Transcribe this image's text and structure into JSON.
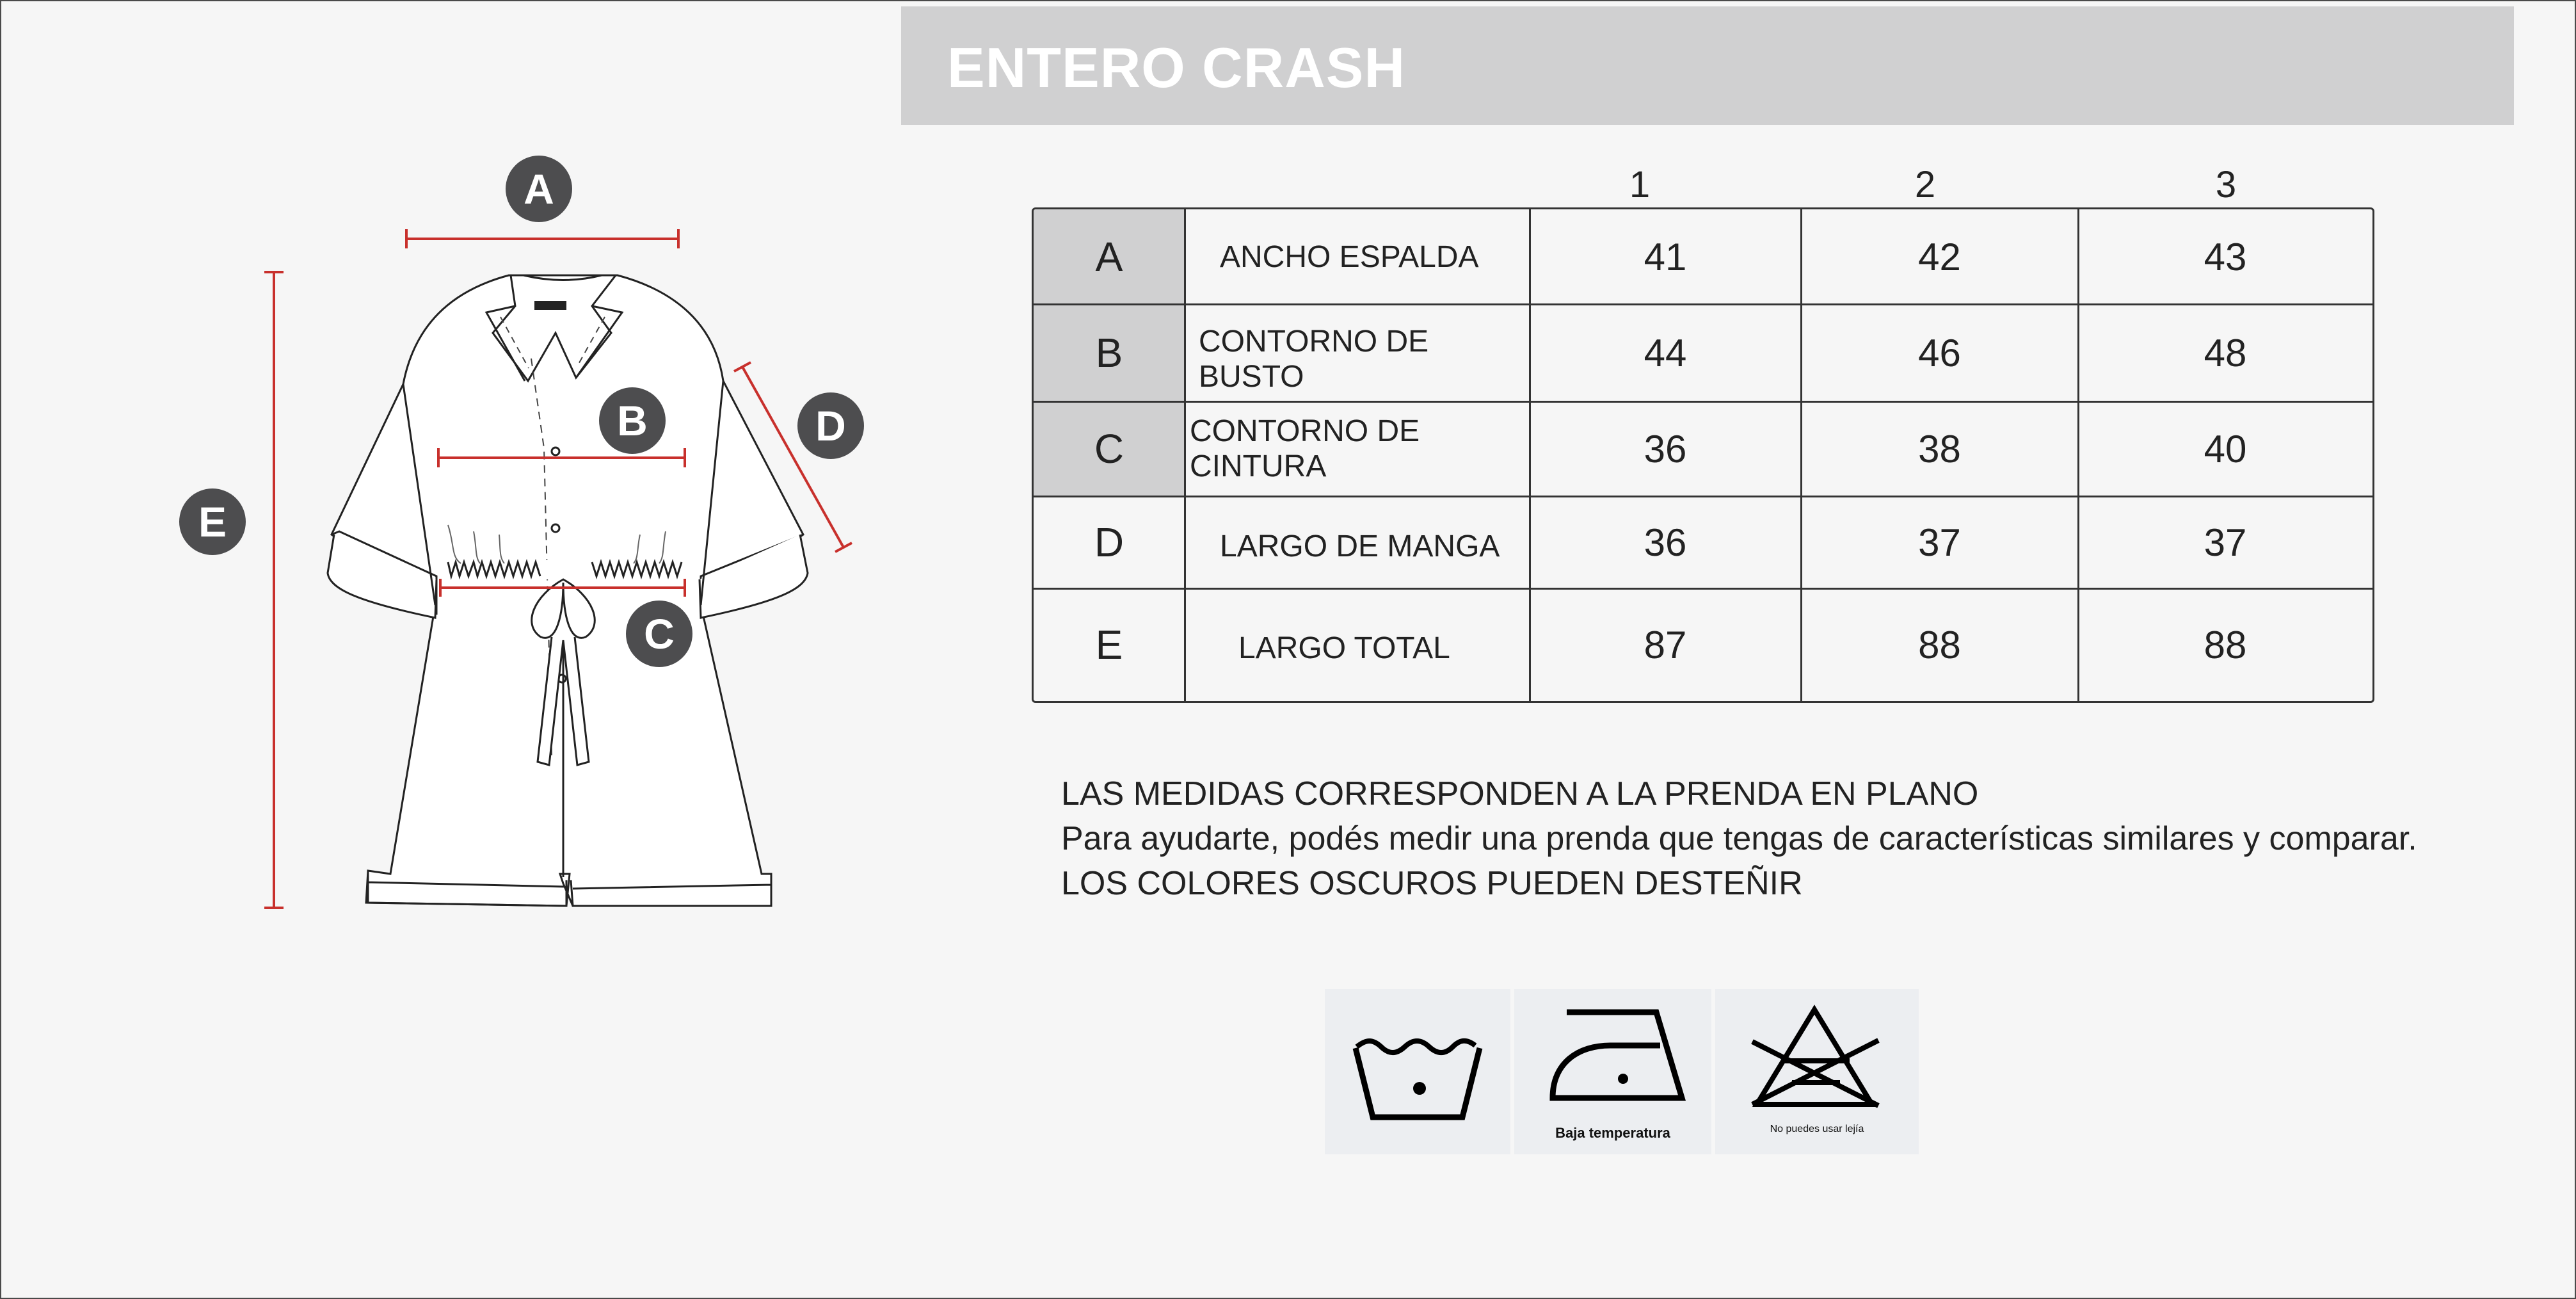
{
  "title": "ENTERO CRASH",
  "garment_labels": [
    "A",
    "B",
    "C",
    "D",
    "E"
  ],
  "columns": [
    "1",
    "2",
    "3"
  ],
  "rows": [
    {
      "letter": "A",
      "name": "ANCHO ESPALDA",
      "values": [
        "41",
        "42",
        "43"
      ],
      "shaded": true
    },
    {
      "letter": "B",
      "name": "CONTORNO DE BUSTO",
      "values": [
        "44",
        "46",
        "48"
      ],
      "shaded": true
    },
    {
      "letter": "C",
      "name": "CONTORNO DE CINTURA",
      "values": [
        "36",
        "38",
        "40"
      ],
      "shaded": true
    },
    {
      "letter": "D",
      "name": "LARGO DE MANGA",
      "values": [
        "36",
        "37",
        "37"
      ],
      "shaded": false
    },
    {
      "letter": "E",
      "name": "LARGO TOTAL",
      "values": [
        "87",
        "88",
        "88"
      ],
      "shaded": false
    }
  ],
  "notes": [
    "LAS MEDIDAS CORRESPONDEN A LA PRENDA EN PLANO",
    "Para ayudarte, podés medir una prenda que tengas de características similares y comparar.",
    "LOS COLORES OSCUROS PUEDEN DESTEÑIR"
  ],
  "care": {
    "wash_icon": "wash-30-icon",
    "iron_icon": "iron-low-icon",
    "iron_label": "Baja temperatura",
    "bleach_icon": "no-bleach-icon",
    "bleach_label": "No puedes usar lejía"
  },
  "colors": {
    "accent_red": "#c8302c",
    "badge": "#4d4d4f",
    "header": "#d0d0d1"
  }
}
